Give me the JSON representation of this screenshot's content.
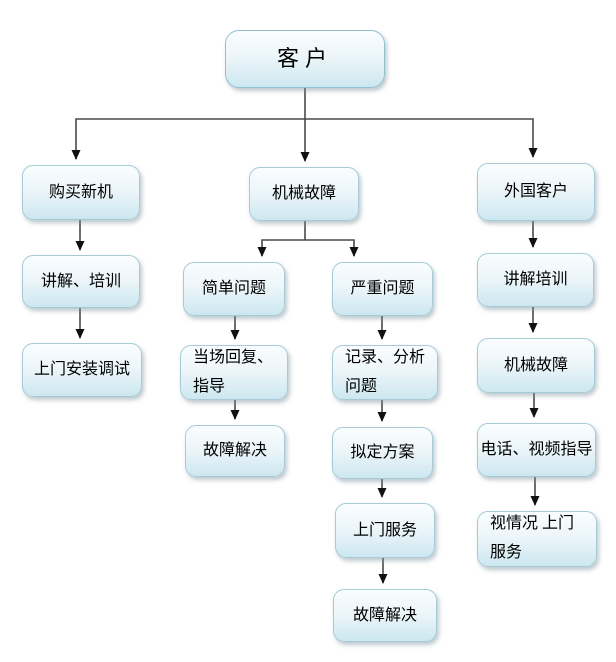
{
  "diagram": {
    "type": "flowchart",
    "background": "#ffffff"
  },
  "nodes": {
    "customer": "客户",
    "buy_new": "购买新机",
    "explain_train": "讲解、培训",
    "onsite_install": "上门安装调试",
    "mech_fail": "机械故障",
    "simple": "简单问题",
    "onsite_reply": "当场回复、指导",
    "fault_solved_b": "故障解决",
    "serious": "严重问题",
    "record_analyze": "记录、分析问题",
    "draft_plan": "拟定方案",
    "onsite_service": "上门服务",
    "fault_solved_c": "故障解决",
    "foreign": "外国客户",
    "explain_train2": "讲解培训",
    "mech_fail2": "机械故障",
    "phone_video": "电话、视频指导",
    "onsite_as_needed": "视情况 上门服务"
  },
  "edges": [
    {
      "from": "customer",
      "to": "buy_new"
    },
    {
      "from": "customer",
      "to": "mech_fail"
    },
    {
      "from": "customer",
      "to": "foreign"
    },
    {
      "from": "buy_new",
      "to": "explain_train"
    },
    {
      "from": "explain_train",
      "to": "onsite_install"
    },
    {
      "from": "mech_fail",
      "to": "simple"
    },
    {
      "from": "mech_fail",
      "to": "serious"
    },
    {
      "from": "simple",
      "to": "onsite_reply"
    },
    {
      "from": "onsite_reply",
      "to": "fault_solved_b"
    },
    {
      "from": "serious",
      "to": "record_analyze"
    },
    {
      "from": "record_analyze",
      "to": "draft_plan"
    },
    {
      "from": "draft_plan",
      "to": "onsite_service"
    },
    {
      "from": "onsite_service",
      "to": "fault_solved_c"
    },
    {
      "from": "foreign",
      "to": "explain_train2"
    },
    {
      "from": "explain_train2",
      "to": "mech_fail2"
    },
    {
      "from": "mech_fail2",
      "to": "phone_video"
    },
    {
      "from": "phone_video",
      "to": "onsite_as_needed"
    }
  ],
  "colors": {
    "box_fill_top": "#fafdfe",
    "box_fill_bottom": "#cde7f0",
    "box_border": "#a6cbd7",
    "connector": "#4a4a4a",
    "arrowhead": "#111111",
    "text": "#000000",
    "background": "#ffffff"
  }
}
